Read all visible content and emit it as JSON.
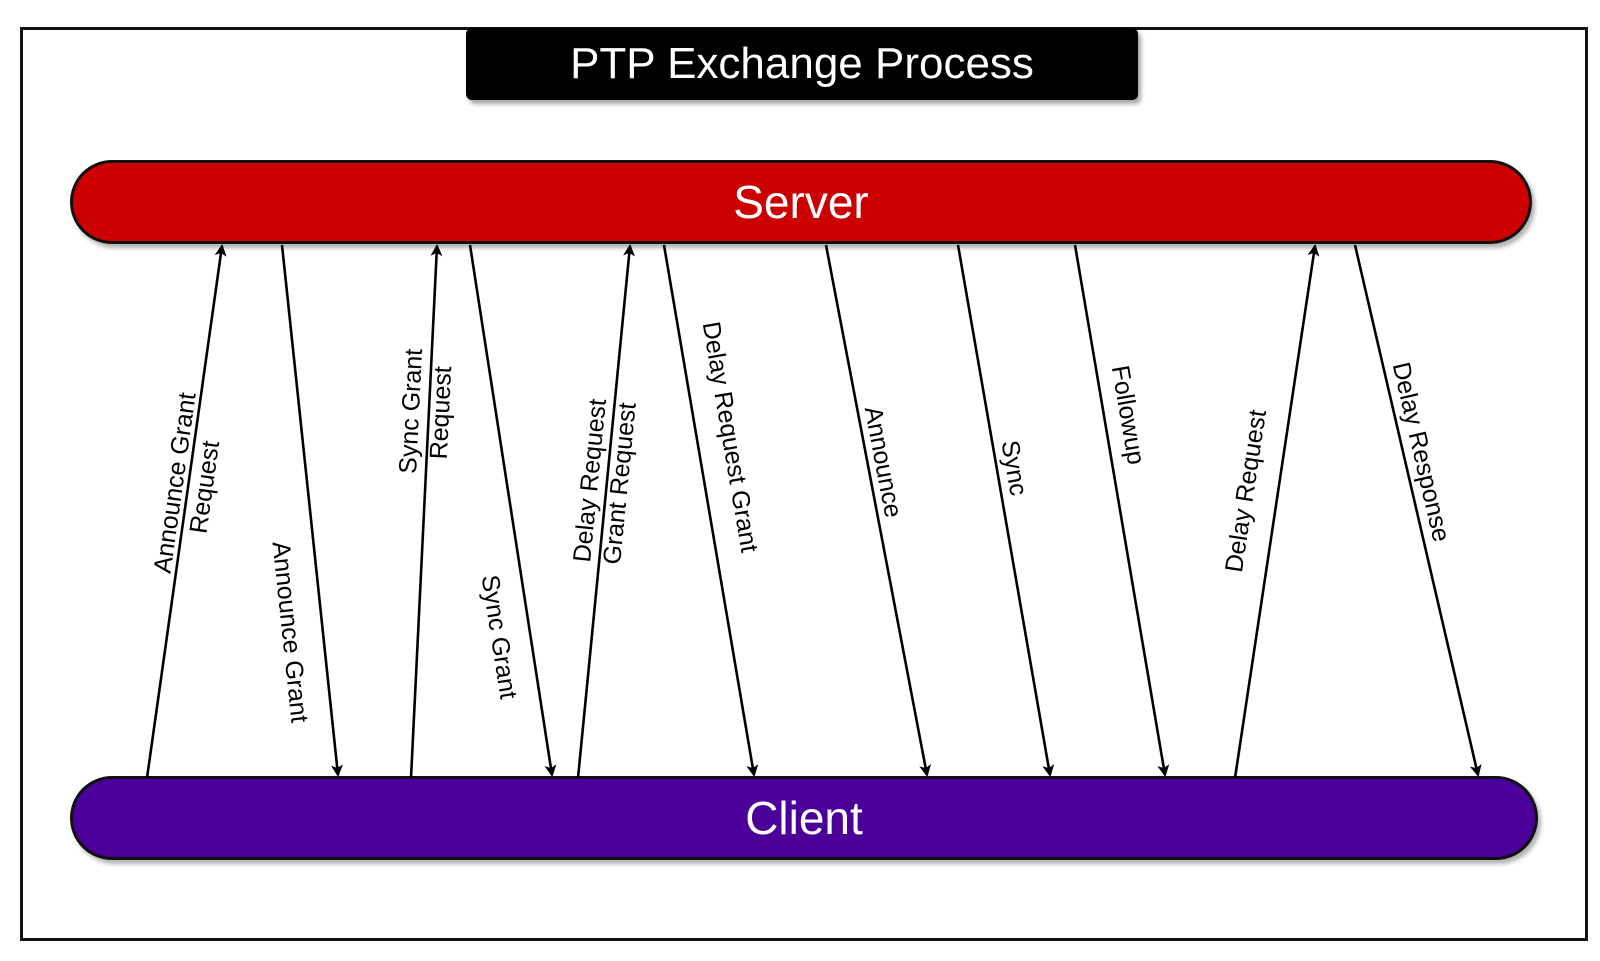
{
  "title": "PTP Exchange Process",
  "server": {
    "label": "Server",
    "color": "#cc0000"
  },
  "client": {
    "label": "Client",
    "color": "#4b0099"
  },
  "messages": [
    {
      "id": "announce-grant-request",
      "direction": "client-to-server",
      "lines": [
        "Announce Grant",
        "Request"
      ]
    },
    {
      "id": "announce-grant",
      "direction": "server-to-client",
      "lines": [
        "Announce Grant"
      ]
    },
    {
      "id": "sync-grant-request",
      "direction": "client-to-server",
      "lines": [
        "Sync Grant",
        "Request"
      ]
    },
    {
      "id": "sync-grant",
      "direction": "server-to-client",
      "lines": [
        "Sync Grant"
      ]
    },
    {
      "id": "delay-request-grant-request",
      "direction": "client-to-server",
      "lines": [
        "Delay Request",
        "Grant Request"
      ]
    },
    {
      "id": "delay-request-grant",
      "direction": "server-to-client",
      "lines": [
        "Delay Request Grant"
      ]
    },
    {
      "id": "announce",
      "direction": "server-to-client",
      "lines": [
        "Announce"
      ]
    },
    {
      "id": "sync",
      "direction": "server-to-client",
      "lines": [
        "Sync"
      ]
    },
    {
      "id": "followup",
      "direction": "server-to-client",
      "lines": [
        "Followup"
      ]
    },
    {
      "id": "delay-request",
      "direction": "client-to-server",
      "lines": [
        "Delay Request"
      ]
    },
    {
      "id": "delay-response",
      "direction": "server-to-client",
      "lines": [
        "Delay Response"
      ]
    }
  ]
}
